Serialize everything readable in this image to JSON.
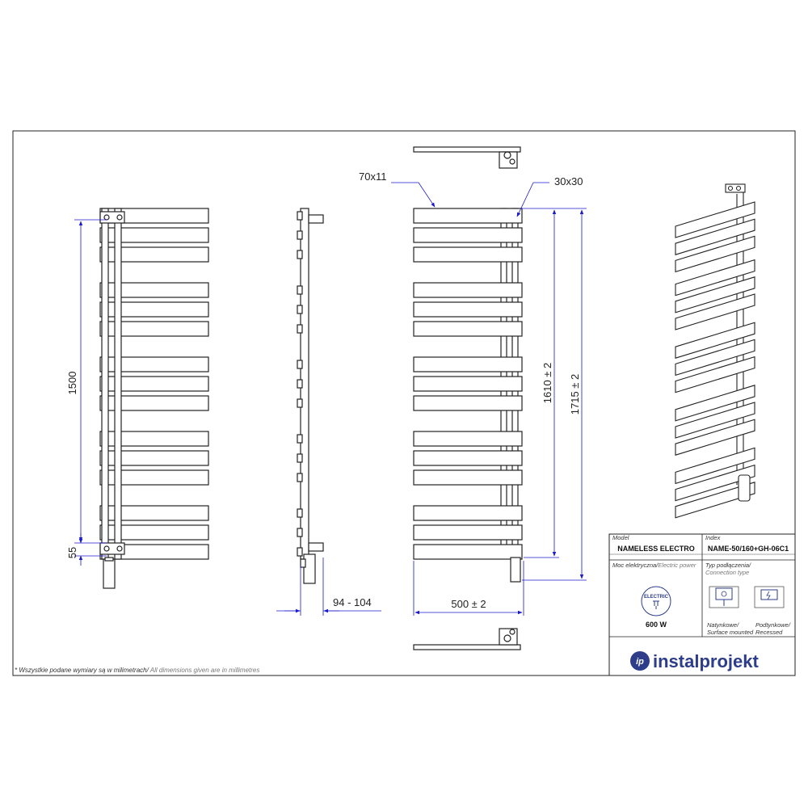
{
  "dimensions": {
    "top_flat_bar": "70x11",
    "top_square_bar": "30x30",
    "front_height": "1500",
    "front_bottom_offset": "55",
    "side_depth": "94 - 104",
    "width": "500  ± 2",
    "axis_height": "1610  ± 2",
    "total_height": "1715  ± 2"
  },
  "title_block": {
    "model_label": "Model",
    "model_value": "NAMELESS ELECTRO",
    "index_label": "Index",
    "index_value": "NAME-50/160+GH-06C1",
    "power_label": "Moc elektryczna/",
    "power_label_en": "Electric power",
    "electric_badge": "ELECTRIC",
    "power_value": "600 W",
    "connection_label": "Typ podłączenia/",
    "connection_label_en": "Connection type",
    "surface_pl": "Natynkowe/",
    "surface_en": "Surface mounted",
    "recessed_pl": "Podtynkowe/",
    "recessed_en": "Recessed",
    "brand_logo": "ip",
    "brand_name": "instalprojekt"
  },
  "footnote": {
    "pl": "* Wszystkie podane wymiary są w milimetrach/",
    "en": " All dimensions given are in millimetres"
  },
  "colors": {
    "drawing_line": "#222222",
    "dimension_line": "#1a1acc",
    "brand": "#2d3d8a"
  }
}
